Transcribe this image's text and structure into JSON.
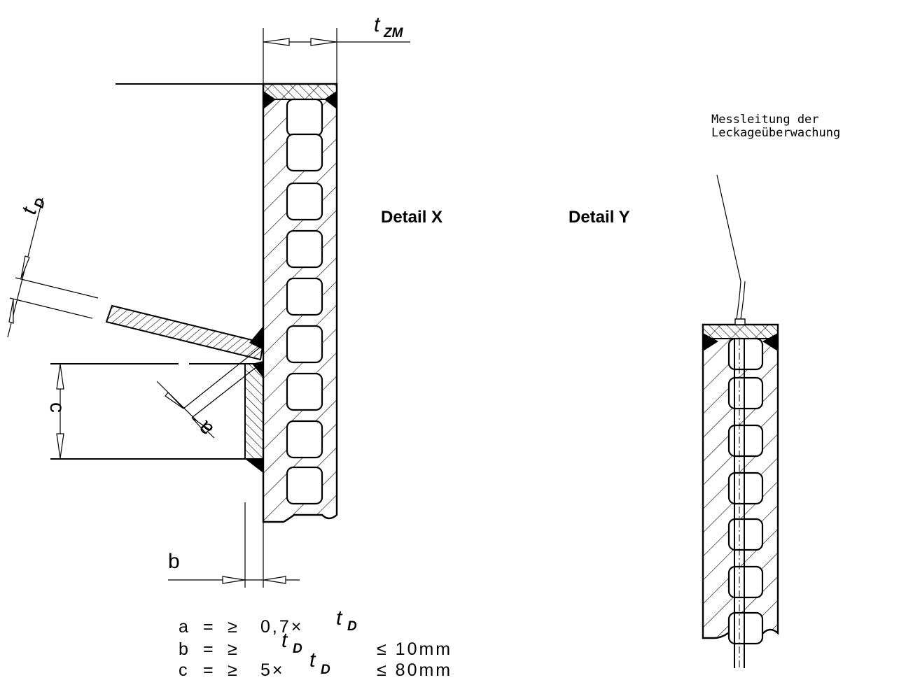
{
  "labels": {
    "detail_x": "Detail X",
    "detail_y": "Detail Y",
    "t_zm_main": "t",
    "t_zm_sub": "ZM",
    "t_d_main": "t",
    "t_d_sub": "D",
    "dim_a": "a",
    "dim_b": "b",
    "dim_c": "c",
    "leader_line1": "Messleitung der",
    "leader_line2": "Leckageüberwachung"
  },
  "formulas": {
    "row_a": {
      "var": "a",
      "eq": "=",
      "ge": "≥",
      "factor": "0,7×",
      "t": "t",
      "sub": "D",
      "limit": ""
    },
    "row_b": {
      "var": "b",
      "eq": "=",
      "ge": "≥",
      "factor": "",
      "t": "t",
      "sub": "D",
      "limit": "≤  10mm"
    },
    "row_c": {
      "var": "c",
      "eq": "=",
      "ge": "≥",
      "factor": "5×",
      "t": "t",
      "sub": "D",
      "limit": "≤  80mm"
    }
  },
  "icons": {
    "weld_symbol": "black-triangle-weld",
    "dimension_arrow": "open-arrowhead"
  }
}
